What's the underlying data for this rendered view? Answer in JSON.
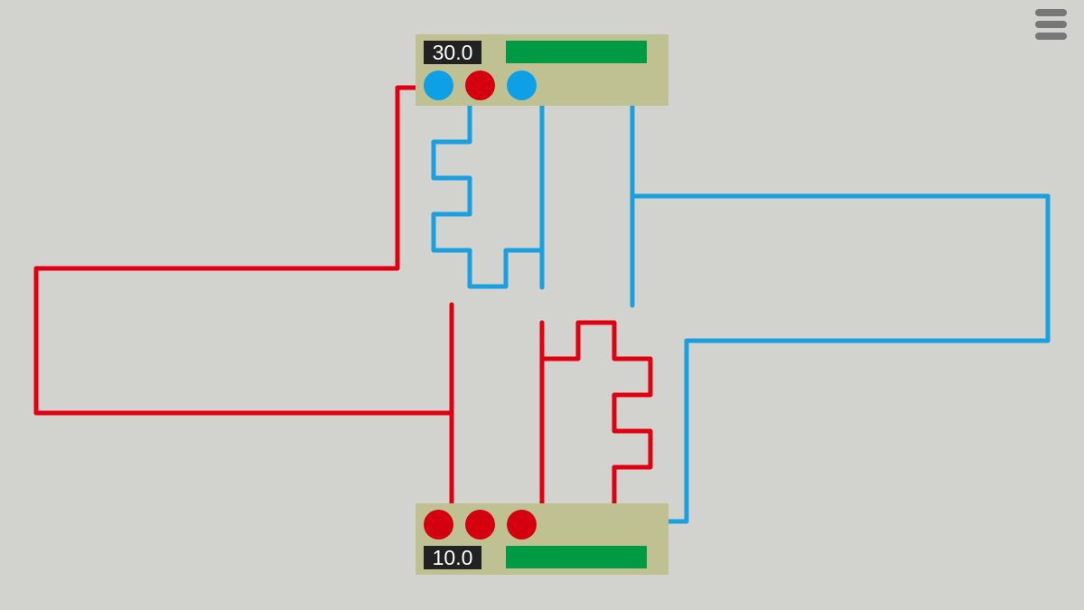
{
  "top_node": {
    "value": "30.0",
    "fill_percent": 100,
    "ports": [
      "blue",
      "red",
      "blue"
    ]
  },
  "bottom_node": {
    "value": "10.0",
    "fill_percent": 100,
    "ports": [
      "red",
      "red",
      "red"
    ]
  },
  "colors": {
    "blue": "#0ea0e6",
    "red": "#d4000f",
    "wire_blue": "#1a9fe0",
    "wire_red": "#e00012",
    "bar": "#009a44",
    "panel": "#c0c193",
    "background": "#d2d3ce"
  }
}
